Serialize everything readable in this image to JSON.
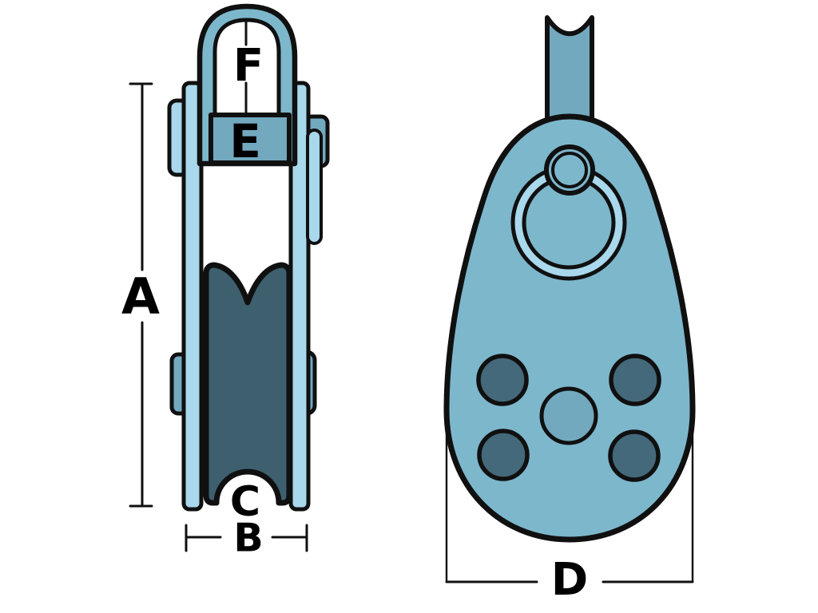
{
  "diagram": {
    "kind": "pulley-block-dimension-diagram",
    "labels": {
      "a": "A",
      "b": "B",
      "c": "C",
      "d": "D",
      "e": "E",
      "f": "F"
    },
    "views": {
      "side_view_labels": [
        "A",
        "B",
        "C",
        "E",
        "F"
      ],
      "front_view_labels": [
        "D"
      ]
    }
  },
  "colors": {
    "background": "#ffffff",
    "outline": "#101010",
    "body_blue": "#7db7cc",
    "medium_teal": "#72a9bf",
    "light_blue": "#a9d8ec",
    "sheave_dark": "#3e5f6e",
    "rivet_dark": "#44697a",
    "label_text": "#000000"
  }
}
